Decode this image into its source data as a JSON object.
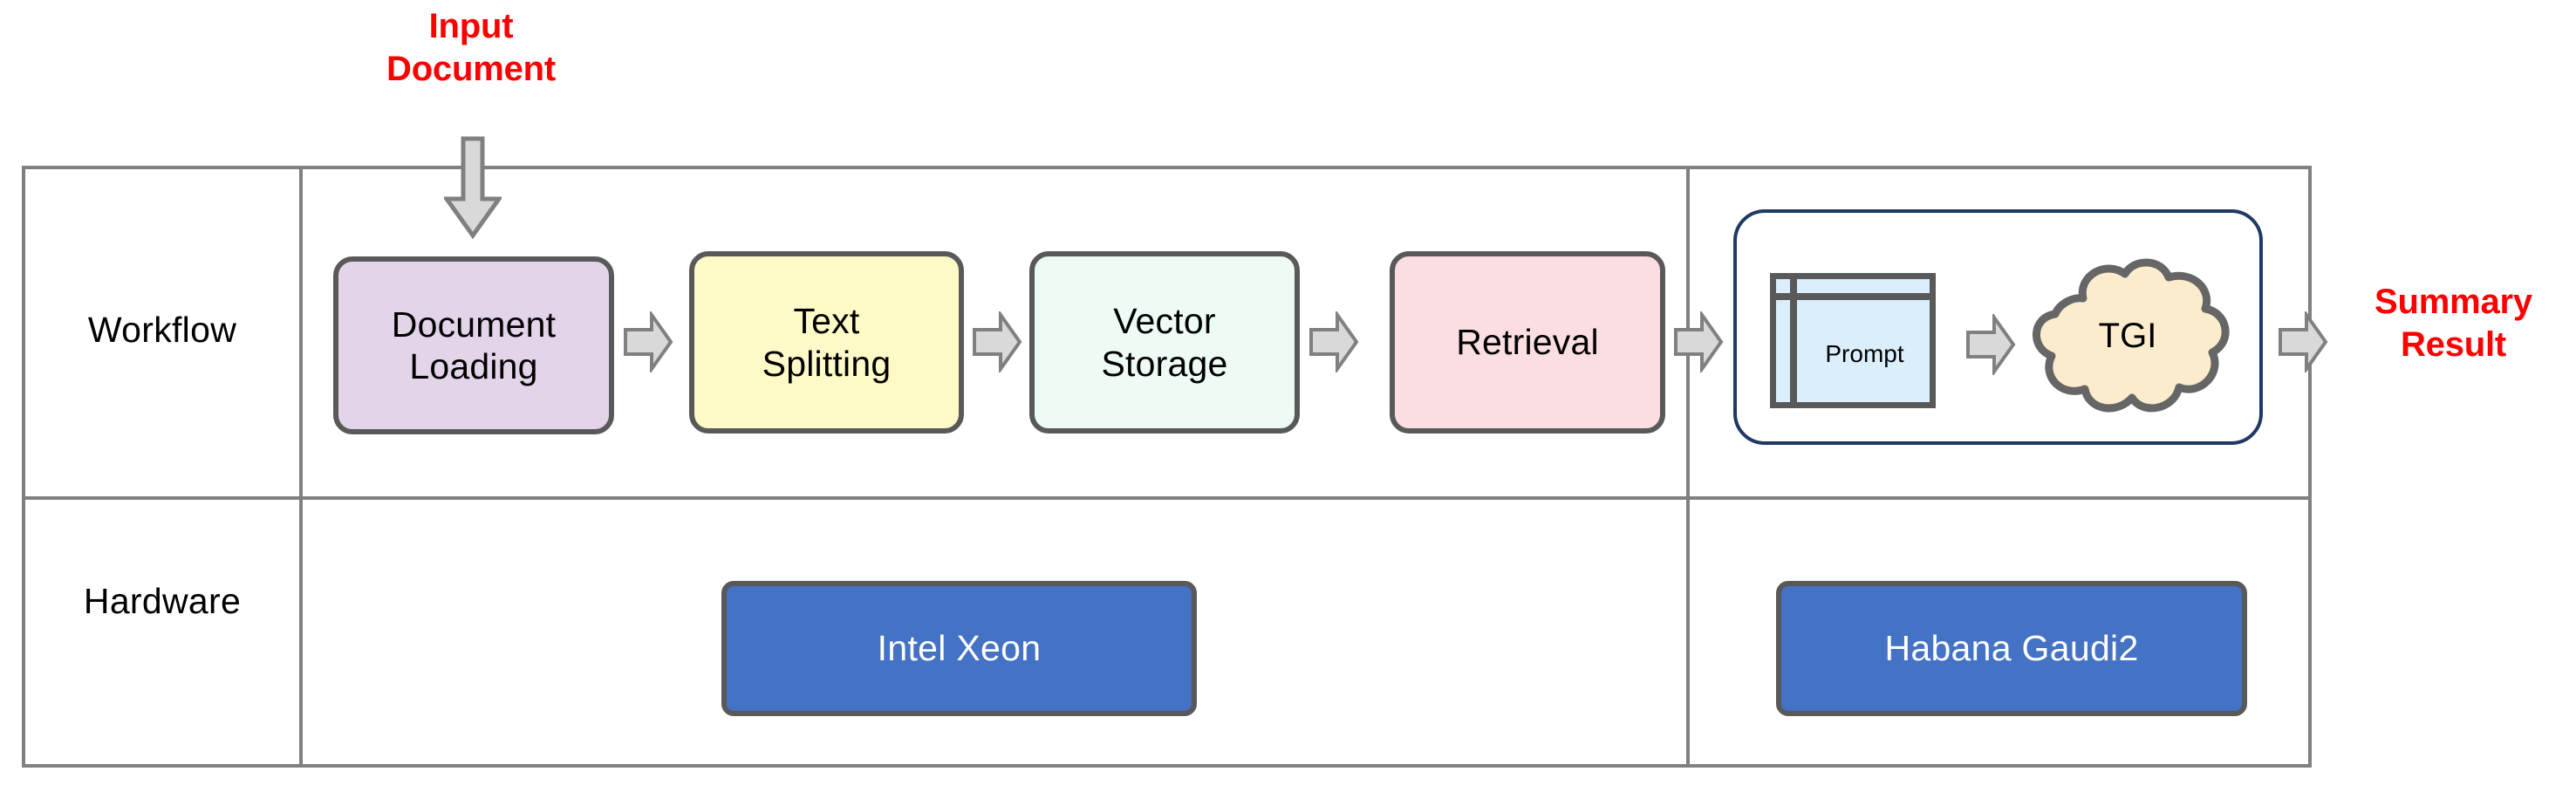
{
  "annotations": {
    "input": "Input\nDocument",
    "output": "Summary\nResult"
  },
  "rows": [
    {
      "label": "Workflow"
    },
    {
      "label": "Hardware"
    }
  ],
  "workflow": {
    "stages": [
      {
        "label": "Document\nLoading",
        "color": "#e3d4e9"
      },
      {
        "label": "Text\nSplitting",
        "color": "#fdfac8"
      },
      {
        "label": "Vector\nStorage",
        "color": "#eefbf4"
      },
      {
        "label": "Retrieval",
        "color": "#fbdee1"
      }
    ],
    "llm_group": {
      "border_color": "#1f3864",
      "prompt": {
        "label": "Prompt",
        "color": "#daeefb"
      },
      "model": {
        "label": "TGI",
        "color": "#fbeccd"
      }
    }
  },
  "hardware": {
    "items": [
      {
        "label": "Intel Xeon",
        "color": "#4472c4"
      },
      {
        "label": "Habana Gaudi2",
        "color": "#4472c4"
      }
    ]
  },
  "icons": {
    "arrow_down": "arrow-down-icon",
    "arrow_right": "arrow-right-icon"
  },
  "colors": {
    "annotation_red": "#ff0000",
    "grid_gray": "#808080",
    "box_border": "#595959",
    "hardware_blue": "#4472c4",
    "llm_navy": "#1f3864",
    "arrow_fill": "#d9d9d9",
    "arrow_stroke": "#808080"
  }
}
